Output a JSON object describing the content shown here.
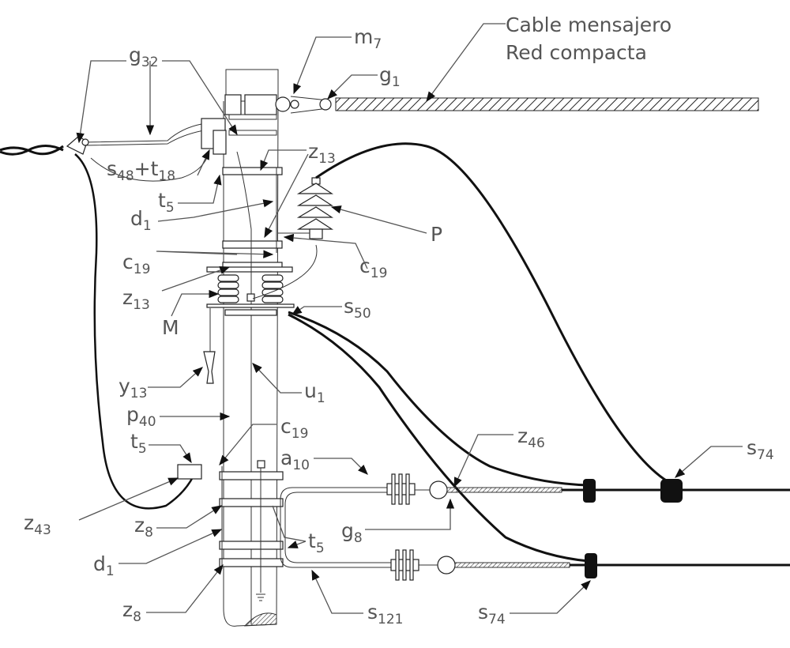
{
  "title_lines": [
    "Cable mensajero",
    "Red compacta"
  ],
  "labels": {
    "m7": {
      "base": "m",
      "sub": "7"
    },
    "g1": {
      "base": "g",
      "sub": "1"
    },
    "g32": {
      "base": "g",
      "sub": "32"
    },
    "s48t18": {
      "base": "s",
      "sub": "48",
      "plus": "+t",
      "sub2": "18"
    },
    "t5_top": {
      "base": "t",
      "sub": "5"
    },
    "z13_top": {
      "base": "z",
      "sub": "13"
    },
    "d1_top": {
      "base": "d",
      "sub": "1"
    },
    "P": {
      "base": "P",
      "sub": ""
    },
    "c19_right": {
      "base": "c",
      "sub": "19"
    },
    "c19_left": {
      "base": "c",
      "sub": "19"
    },
    "z13_low": {
      "base": "z",
      "sub": "13"
    },
    "M": {
      "base": "M",
      "sub": ""
    },
    "s50": {
      "base": "s",
      "sub": "50"
    },
    "y13": {
      "base": "y",
      "sub": "13"
    },
    "u1": {
      "base": "u",
      "sub": "1"
    },
    "p40": {
      "base": "p",
      "sub": "40"
    },
    "c19_low": {
      "base": "c",
      "sub": "19"
    },
    "t5_mid": {
      "base": "t",
      "sub": "5"
    },
    "z43": {
      "base": "z",
      "sub": "43"
    },
    "z8_top": {
      "base": "z",
      "sub": "8"
    },
    "d1_low": {
      "base": "d",
      "sub": "1"
    },
    "z8_low": {
      "base": "z",
      "sub": "8"
    },
    "a10": {
      "base": "a",
      "sub": "10"
    },
    "z46": {
      "base": "z",
      "sub": "46"
    },
    "s74_right": {
      "base": "s",
      "sub": "74"
    },
    "g8": {
      "base": "g",
      "sub": "8"
    },
    "t5_low": {
      "base": "t",
      "sub": "5"
    },
    "s121": {
      "base": "s",
      "sub": "121"
    },
    "s74_low": {
      "base": "s",
      "sub": "74"
    }
  }
}
